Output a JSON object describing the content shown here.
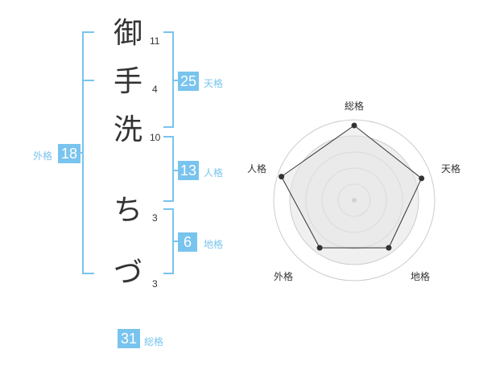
{
  "name": {
    "characters": [
      {
        "char": "御",
        "strokes": "11"
      },
      {
        "char": "手",
        "strokes": "4"
      },
      {
        "char": "洗",
        "strokes": "10"
      },
      {
        "char": "ち",
        "strokes": "3"
      },
      {
        "char": "づ",
        "strokes": "3"
      }
    ]
  },
  "fortunes": {
    "tenkaku": {
      "value": "25",
      "label": "天格"
    },
    "jinkaku": {
      "value": "13",
      "label": "人格"
    },
    "chikaku": {
      "value": "6",
      "label": "地格"
    },
    "gaikaku": {
      "value": "18",
      "label": "外格"
    },
    "soukaku": {
      "value": "31",
      "label": "総格"
    }
  },
  "radar": {
    "axes": [
      "総格",
      "天格",
      "地格",
      "外格",
      "人格"
    ],
    "values": [
      0.93,
      0.88,
      0.73,
      0.73,
      0.95
    ],
    "colors": {
      "fill": "#f0f0f0",
      "stroke": "#333333",
      "ring": "#cccccc",
      "center": "#bbbbbb"
    }
  },
  "colors": {
    "accent": "#79c4ee",
    "bracket": "#79c4ee"
  }
}
